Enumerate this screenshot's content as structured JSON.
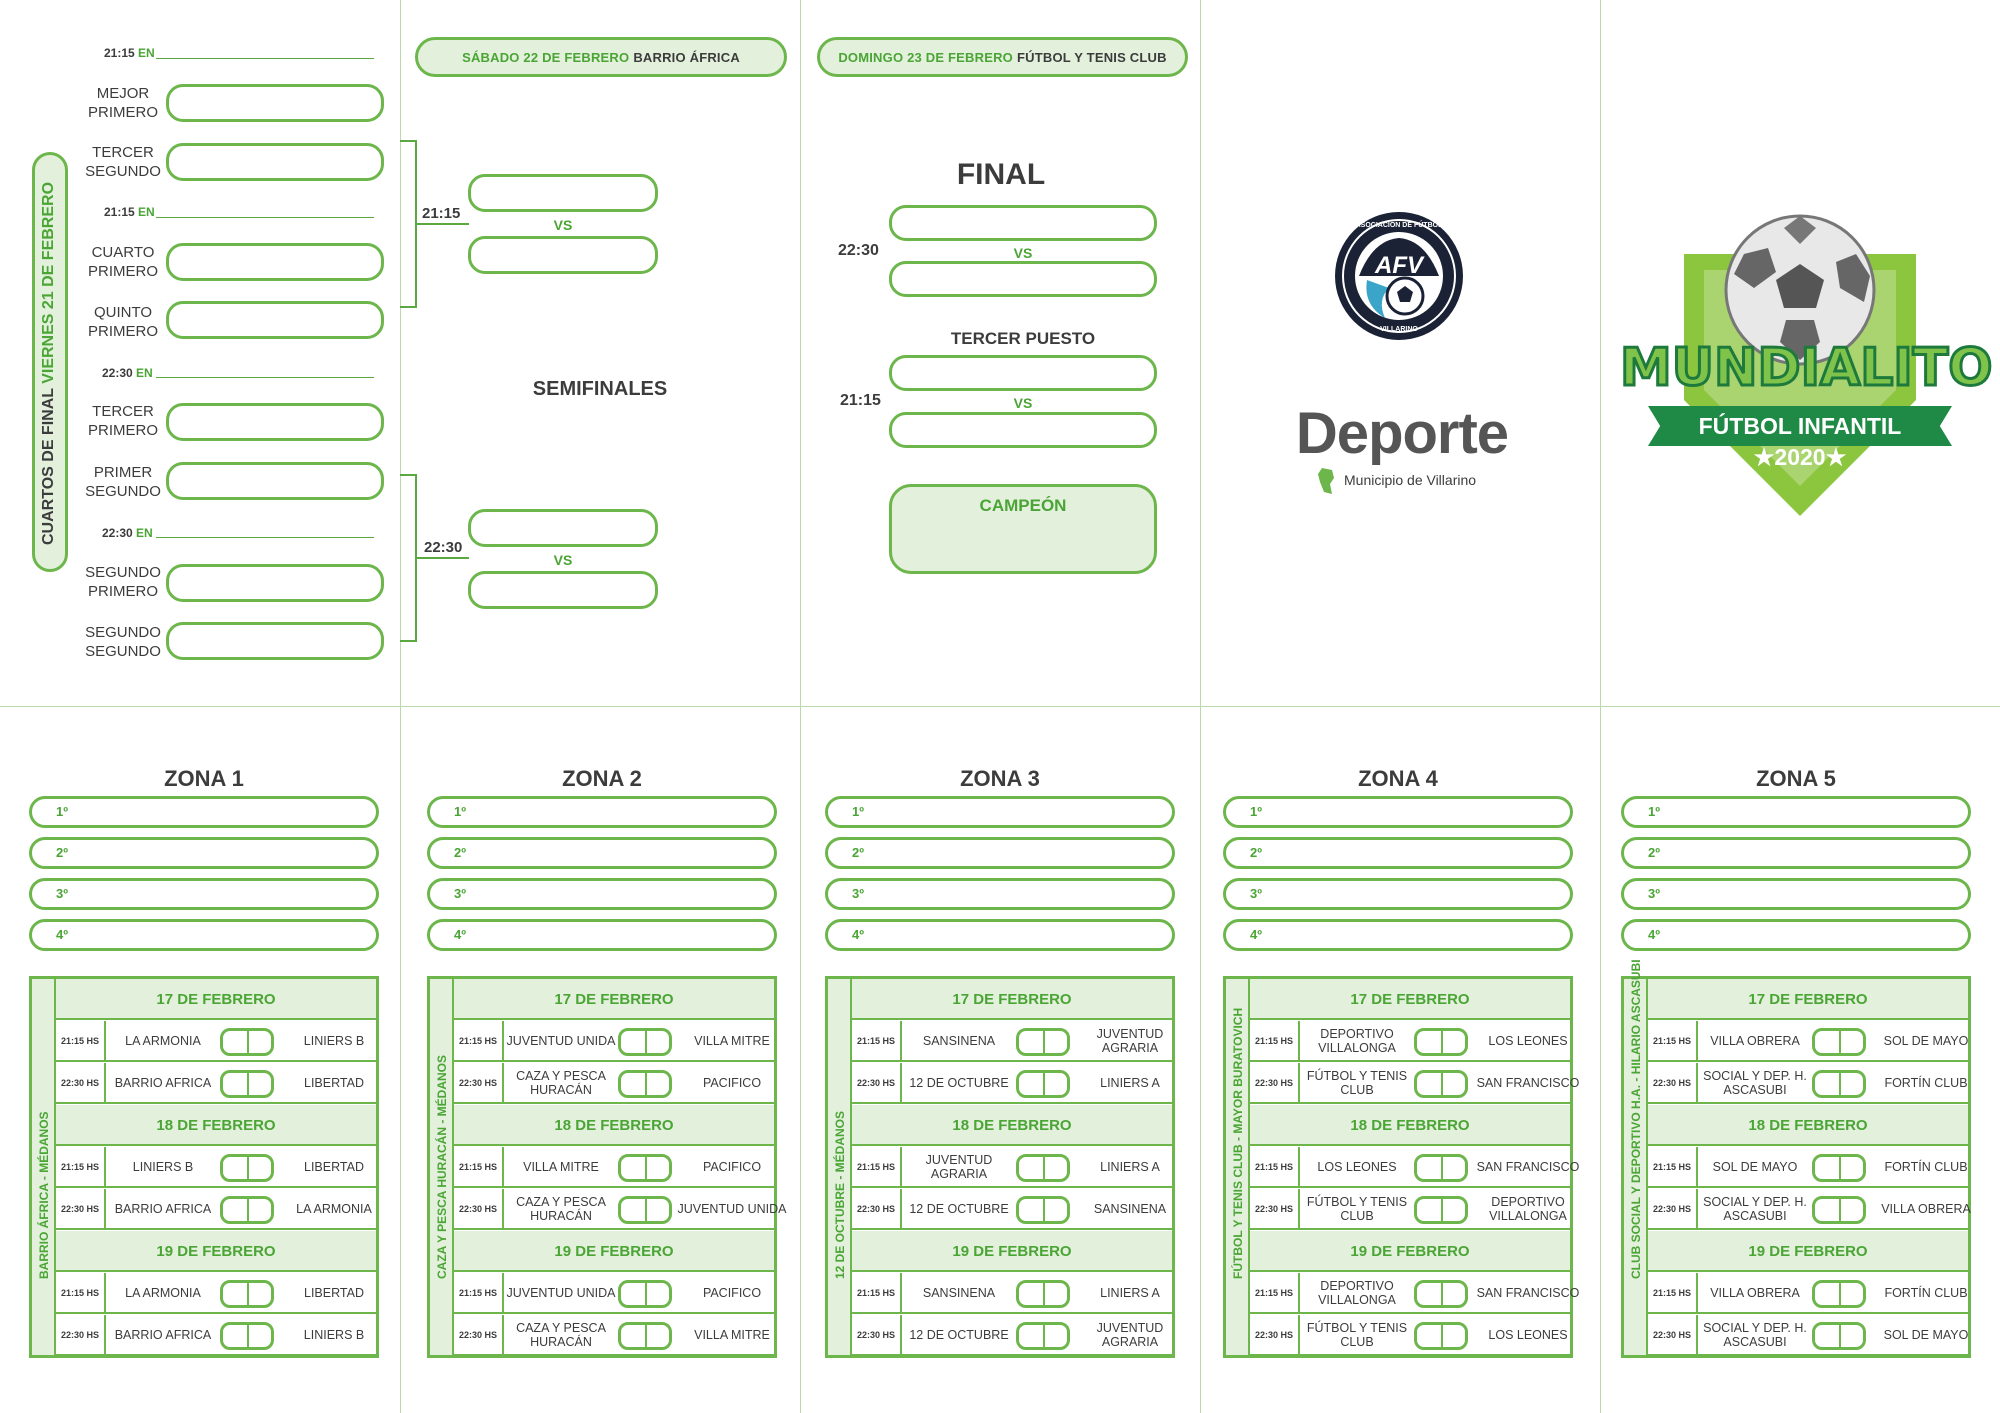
{
  "quarterfinals": {
    "vertical_title_a": "CUARTOS DE FINAL",
    "vertical_title_b": "VIERNES 21 DE FEBRERO",
    "en": "EN",
    "matches": [
      {
        "time": "21:15",
        "slots": [
          "MEJOR PRIMERO",
          "TERCER SEGUNDO"
        ]
      },
      {
        "time": "21:15",
        "slots": [
          "CUARTO PRIMERO",
          "QUINTO PRIMERO"
        ]
      },
      {
        "time": "22:30",
        "slots": [
          "TERCER PRIMERO",
          "PRIMER SEGUNDO"
        ]
      },
      {
        "time": "22:30",
        "slots": [
          "SEGUNDO PRIMERO",
          "SEGUNDO SEGUNDO"
        ]
      }
    ]
  },
  "semifinals": {
    "date_green": "SÁBADO 22 DE FEBRERO",
    "date_place": "BARRIO ÁFRICA",
    "title": "SEMIFINALES",
    "times": [
      "21:15",
      "22:30"
    ],
    "vs": "VS"
  },
  "final": {
    "date_green": "DOMINGO 23 DE FEBRERO",
    "date_place": "FÚTBOL Y TENIS CLUB",
    "title": "FINAL",
    "final_time": "22:30",
    "third_title": "TERCER PUESTO",
    "third_time": "21:15",
    "vs": "VS",
    "champion": "CAMPEÓN"
  },
  "logos": {
    "afv_top": "ASOCIACIÓN DE FÚTBOL",
    "afv_main": "AFV",
    "afv_bottom": "VILLARINO",
    "deporte": "Deporte",
    "municipio": "Municipio de Villarino",
    "mundialito": "MUNDIALITO",
    "futbol_infantil": "FÚTBOL INFANTIL",
    "year": "2020"
  },
  "colors": {
    "accent": "#6db64b",
    "accent_dark": "#4aa535",
    "fill": "#e3f0dc",
    "text": "#3c3c3c"
  },
  "rank_labels": [
    "1º",
    "2º",
    "3º",
    "4º"
  ],
  "zones": [
    {
      "title": "ZONA 1",
      "venue": "BARRIO ÁFRICA - MÉDANOS",
      "days": [
        {
          "date": "17 DE FEBRERO",
          "matches": [
            {
              "time": "21:15 HS",
              "home": "LA ARMONIA",
              "away": "LINIERS B"
            },
            {
              "time": "22:30 HS",
              "home": "BARRIO AFRICA",
              "away": "LIBERTAD"
            }
          ]
        },
        {
          "date": "18 DE FEBRERO",
          "matches": [
            {
              "time": "21:15 HS",
              "home": "LINIERS B",
              "away": "LIBERTAD"
            },
            {
              "time": "22:30 HS",
              "home": "BARRIO AFRICA",
              "away": "LA ARMONIA"
            }
          ]
        },
        {
          "date": "19 DE FEBRERO",
          "matches": [
            {
              "time": "21:15 HS",
              "home": "LA ARMONIA",
              "away": "LIBERTAD"
            },
            {
              "time": "22:30 HS",
              "home": "BARRIO AFRICA",
              "away": "LINIERS B"
            }
          ]
        }
      ]
    },
    {
      "title": "ZONA 2",
      "venue": "CAZA Y PESCA HURACÁN - MÉDANOS",
      "days": [
        {
          "date": "17 DE FEBRERO",
          "matches": [
            {
              "time": "21:15 HS",
              "home": "JUVENTUD UNIDA",
              "away": "VILLA MITRE"
            },
            {
              "time": "22:30 HS",
              "home": "CAZA Y PESCA HURACÁN",
              "away": "PACIFICO"
            }
          ]
        },
        {
          "date": "18 DE FEBRERO",
          "matches": [
            {
              "time": "21:15 HS",
              "home": "VILLA MITRE",
              "away": "PACIFICO"
            },
            {
              "time": "22:30 HS",
              "home": "CAZA Y PESCA HURACÁN",
              "away": "JUVENTUD UNIDA"
            }
          ]
        },
        {
          "date": "19 DE FEBRERO",
          "matches": [
            {
              "time": "21:15 HS",
              "home": "JUVENTUD UNIDA",
              "away": "PACIFICO"
            },
            {
              "time": "22:30 HS",
              "home": "CAZA Y PESCA HURACÁN",
              "away": "VILLA MITRE"
            }
          ]
        }
      ]
    },
    {
      "title": "ZONA 3",
      "venue": "12 DE OCTUBRE - MÉDANOS",
      "days": [
        {
          "date": "17 DE FEBRERO",
          "matches": [
            {
              "time": "21:15 HS",
              "home": "SANSINENA",
              "away": "JUVENTUD AGRARIA"
            },
            {
              "time": "22:30 HS",
              "home": "12 DE OCTUBRE",
              "away": "LINIERS A"
            }
          ]
        },
        {
          "date": "18 DE FEBRERO",
          "matches": [
            {
              "time": "21:15 HS",
              "home": "JUVENTUD AGRARIA",
              "away": "LINIERS A"
            },
            {
              "time": "22:30 HS",
              "home": "12 DE OCTUBRE",
              "away": "SANSINENA"
            }
          ]
        },
        {
          "date": "19 DE FEBRERO",
          "matches": [
            {
              "time": "21:15 HS",
              "home": "SANSINENA",
              "away": "LINIERS A"
            },
            {
              "time": "22:30 HS",
              "home": "12 DE OCTUBRE",
              "away": "JUVENTUD AGRARIA"
            }
          ]
        }
      ]
    },
    {
      "title": "ZONA 4",
      "venue": "FÚTBOL Y TENIS CLUB - MAYOR BURATOVICH",
      "days": [
        {
          "date": "17 DE FEBRERO",
          "matches": [
            {
              "time": "21:15 HS",
              "home": "DEPORTIVO VILLALONGA",
              "away": "LOS LEONES"
            },
            {
              "time": "22:30 HS",
              "home": "FÚTBOL Y TENIS CLUB",
              "away": "SAN FRANCISCO"
            }
          ]
        },
        {
          "date": "18 DE FEBRERO",
          "matches": [
            {
              "time": "21:15 HS",
              "home": "LOS LEONES",
              "away": "SAN FRANCISCO"
            },
            {
              "time": "22:30 HS",
              "home": "FÚTBOL Y TENIS CLUB",
              "away": "DEPORTIVO VILLALONGA"
            }
          ]
        },
        {
          "date": "19 DE FEBRERO",
          "matches": [
            {
              "time": "21:15 HS",
              "home": "DEPORTIVO VILLALONGA",
              "away": "SAN FRANCISCO"
            },
            {
              "time": "22:30 HS",
              "home": "FÚTBOL Y TENIS CLUB",
              "away": "LOS LEONES"
            }
          ]
        }
      ]
    },
    {
      "title": "ZONA 5",
      "venue": "CLUB SOCIAL Y DEPORTIVO H.A. - HILARIO ASCASUBI",
      "days": [
        {
          "date": "17 DE FEBRERO",
          "matches": [
            {
              "time": "21:15 HS",
              "home": "VILLA OBRERA",
              "away": "SOL DE MAYO"
            },
            {
              "time": "22:30 HS",
              "home": "SOCIAL Y DEP. H. ASCASUBI",
              "away": "FORTÍN CLUB"
            }
          ]
        },
        {
          "date": "18 DE FEBRERO",
          "matches": [
            {
              "time": "21:15 HS",
              "home": "SOL DE MAYO",
              "away": "FORTÍN CLUB"
            },
            {
              "time": "22:30 HS",
              "home": "SOCIAL Y DEP. H. ASCASUBI",
              "away": "VILLA OBRERA"
            }
          ]
        },
        {
          "date": "19 DE FEBRERO",
          "matches": [
            {
              "time": "21:15 HS",
              "home": "VILLA OBRERA",
              "away": "FORTÍN CLUB"
            },
            {
              "time": "22:30 HS",
              "home": "SOCIAL Y DEP. H. ASCASUBI",
              "away": "SOL DE MAYO"
            }
          ]
        }
      ]
    }
  ]
}
